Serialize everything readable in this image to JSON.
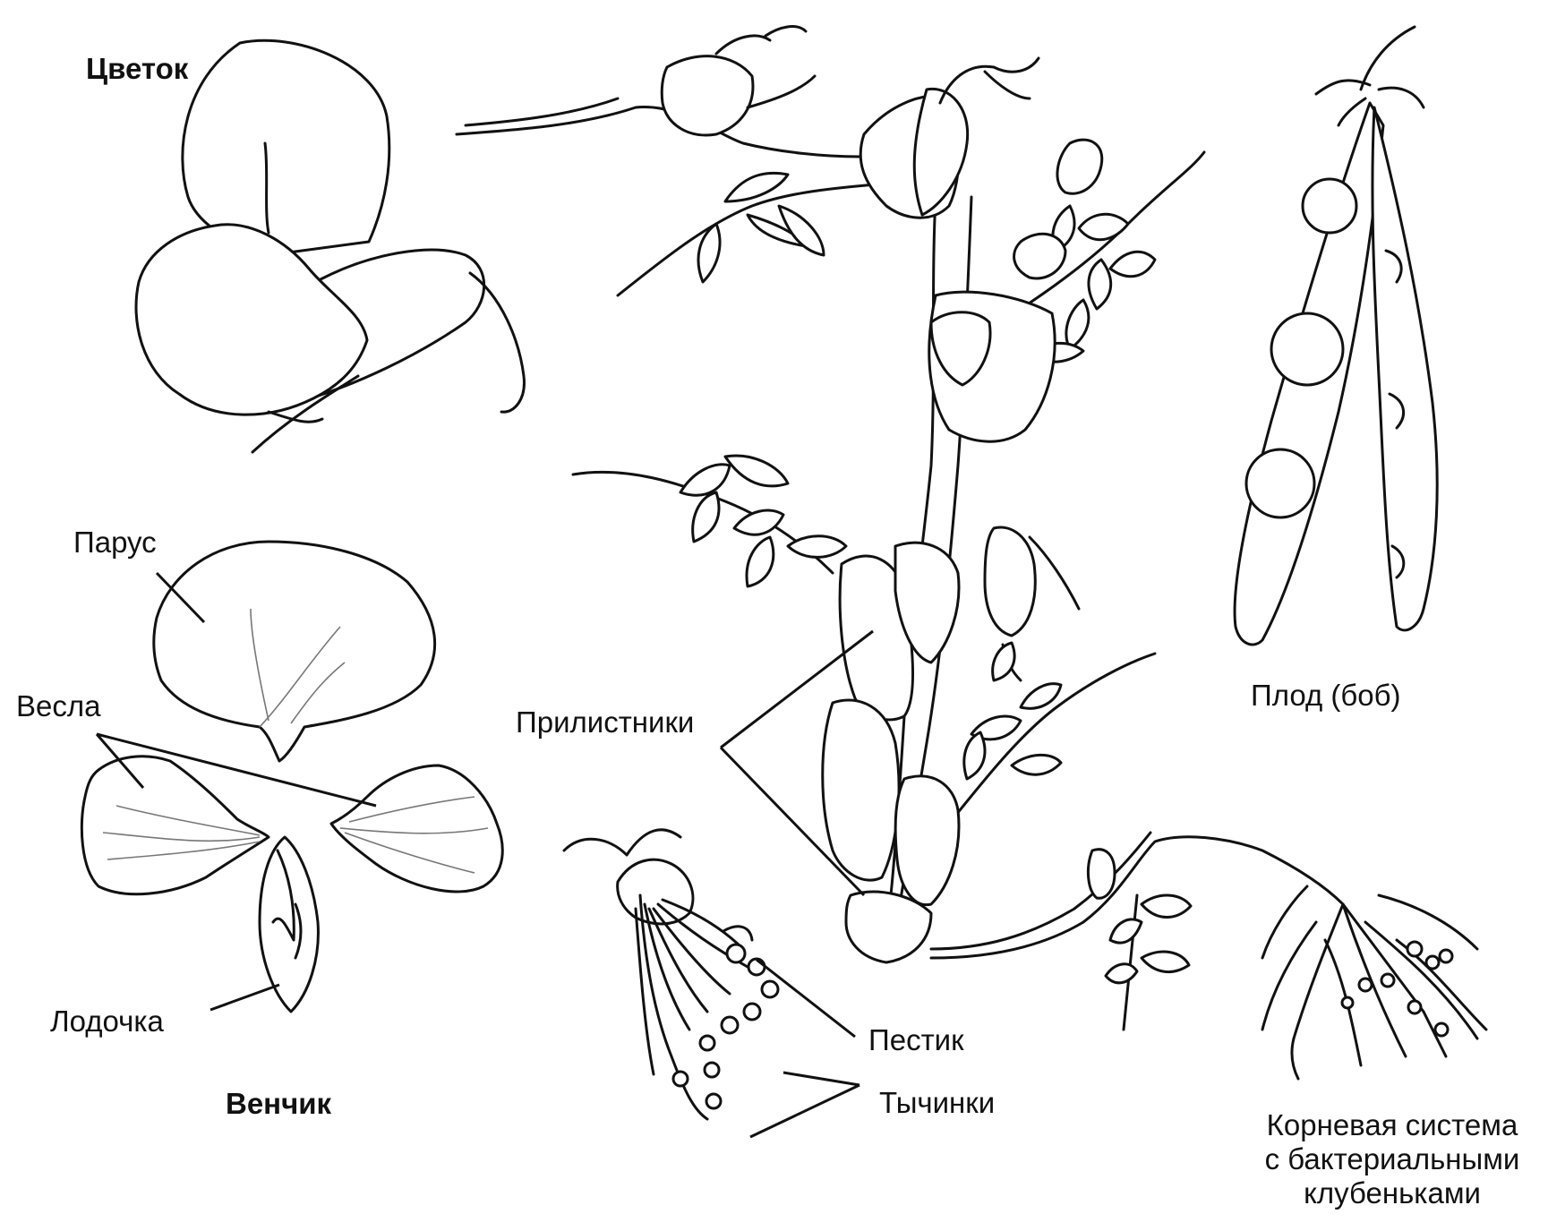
{
  "labels": {
    "flower": "Цветок",
    "standard": "Парус",
    "wings": "Весла",
    "keel": "Лодочка",
    "corolla": "Венчик",
    "stipules": "Прилистники",
    "pistil": "Пестик",
    "stamens": "Тычинки",
    "fruit": "Плод (боб)",
    "roots_line1": "Корневая система",
    "roots_line2": "с бактериальными",
    "roots_line3": "клубеньками"
  },
  "colors": {
    "line": "#111111",
    "background": "#ffffff"
  }
}
